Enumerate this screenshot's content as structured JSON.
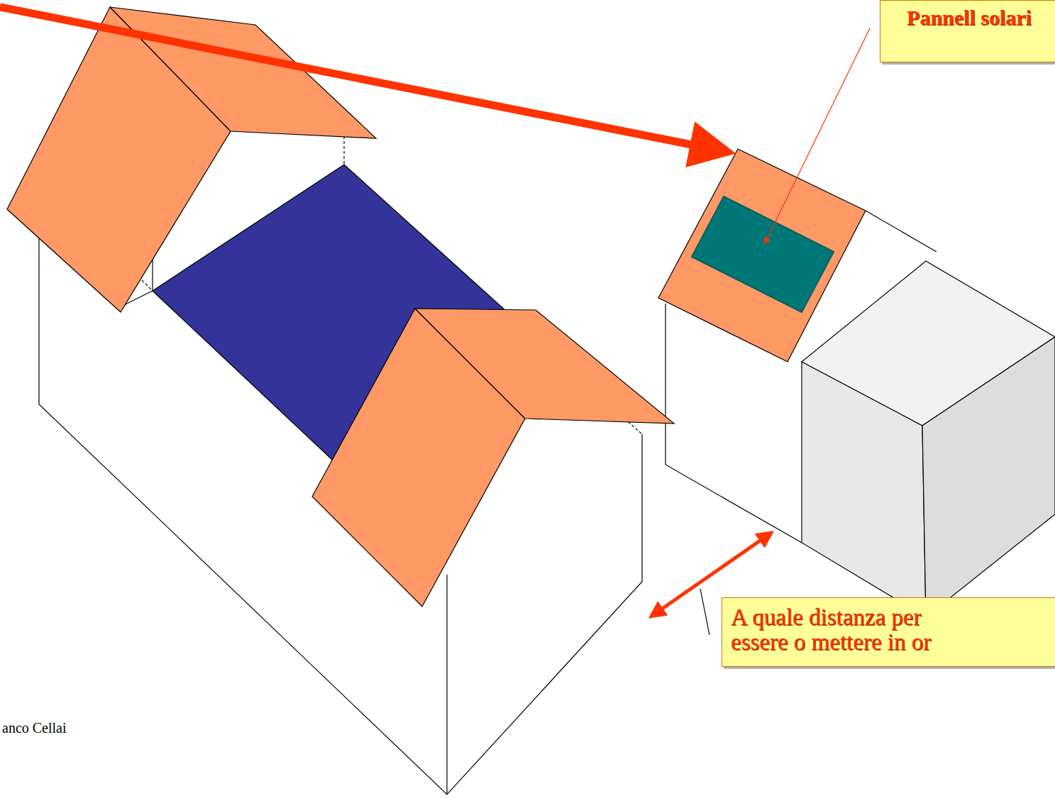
{
  "diagram": {
    "nodes": [
      {
        "text": [
          "Pannell solari"
        ]
      },
      {
        "text": [
          "A quale distanza per essere o mettere in or"
        ]
      }
    ],
    "labels": [
      "anco Cellai"
    ]
  }
}
